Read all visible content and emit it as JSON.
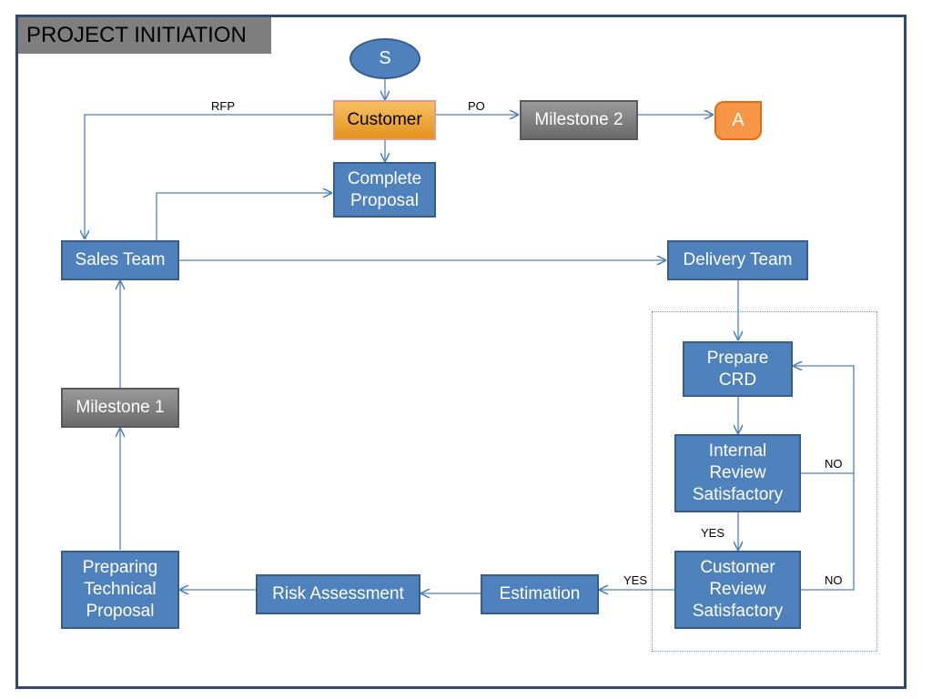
{
  "title": "PROJECT INITIATION",
  "colors": {
    "process": "#4f81bd",
    "milestone": "#7f7f7f",
    "customer": "#f0a830",
    "connector": "#f79646",
    "line": "#4f81bd"
  },
  "nodes": {
    "start": "S",
    "customer": "Customer",
    "milestone_2": "Milestone 2",
    "connector_a": "A",
    "complete_proposal": "Complete\nProposal",
    "sales_team": "Sales Team",
    "delivery_team": "Delivery Team",
    "prepare_crd": "Prepare\nCRD",
    "internal_review": "Internal\nReview\nSatisfactory",
    "customer_review": "Customer\nReview\nSatisfactory",
    "estimation": "Estimation",
    "risk_assessment": "Risk Assessment",
    "preparing_technical_proposal": "Preparing\nTechnical\nProposal",
    "milestone_1": "Milestone 1"
  },
  "edge_labels": {
    "rfp": "RFP",
    "po": "PO",
    "yes_internal": "YES",
    "no_internal": "NO",
    "yes_customer": "YES",
    "no_customer": "NO"
  }
}
